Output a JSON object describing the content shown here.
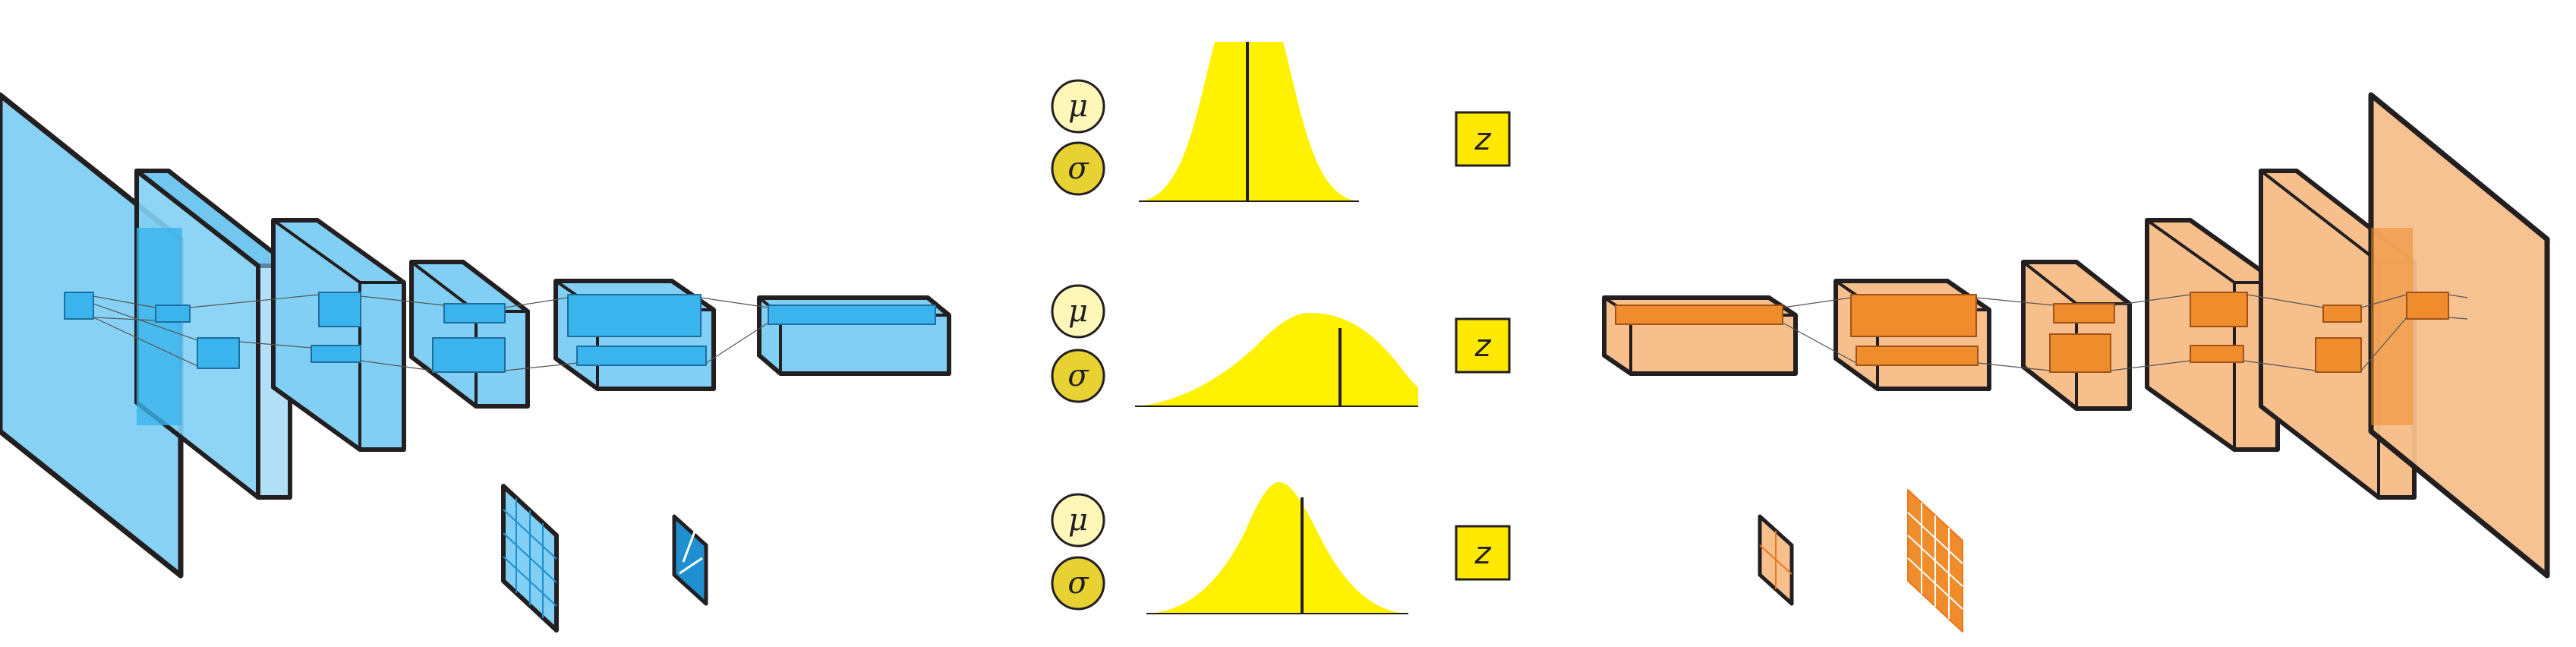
{
  "colors": {
    "encoder_fill": "#81CFF4",
    "encoder_dark": "#3AB4EC",
    "encoder_grid": "#1E8FD0",
    "decoder_fill": "#F7BF8C",
    "decoder_dark": "#EF8C2C",
    "decoder_grid": "#E8781C",
    "outline": "#231F20",
    "gaussian": "#FFF200",
    "mu_fill": "#FFF7B8",
    "sigma_fill": "#E8D233",
    "z_fill": "#FFE900"
  },
  "latent": {
    "rows": [
      {
        "mu": "μ",
        "sigma": "σ",
        "z": "z"
      },
      {
        "mu": "μ",
        "sigma": "σ",
        "z": "z"
      },
      {
        "mu": "μ",
        "sigma": "σ",
        "z": "z"
      }
    ]
  },
  "icons": {
    "encoder": "encoder-cnn-stack-icon",
    "decoder": "decoder-cnn-stack-icon",
    "gaussian": "gaussian-curve-icon",
    "feature_map": "feature-map-grid-icon"
  }
}
